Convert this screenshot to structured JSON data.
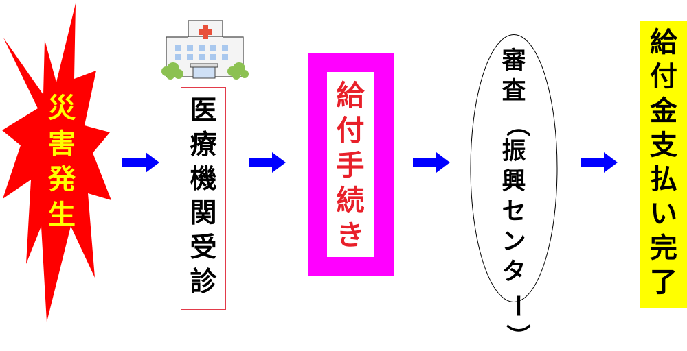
{
  "diagram": {
    "type": "flowchart",
    "direction": "left-to-right",
    "colors": {
      "burst_fill": "#ff0000",
      "burst_text": "#ffff00",
      "arrow": "#0000ff",
      "medical_border": "#e23b4a",
      "procedure_frame": "#ff00ff",
      "procedure_text": "#e8202a",
      "final_fill": "#ffff00"
    },
    "steps": [
      {
        "id": "disaster",
        "shape": "explosion",
        "chars": [
          "災",
          "害",
          "発",
          "生"
        ]
      },
      {
        "id": "medical",
        "shape": "rectangle",
        "icon": "hospital-icon",
        "chars": [
          "医",
          "療",
          "機",
          "関",
          "受",
          "診"
        ]
      },
      {
        "id": "procedure",
        "shape": "framed-rectangle",
        "chars": [
          "給",
          "付",
          "手",
          "続",
          "き"
        ]
      },
      {
        "id": "review",
        "shape": "ellipse",
        "chars": [
          "審",
          "査",
          "（",
          "振",
          "興",
          "セ",
          "ン",
          "タ",
          "ー",
          "）"
        ]
      },
      {
        "id": "payment",
        "shape": "highlighted-rectangle",
        "chars": [
          "給",
          "付",
          "金",
          "支",
          "払",
          "い",
          "完",
          "了"
        ]
      }
    ]
  }
}
